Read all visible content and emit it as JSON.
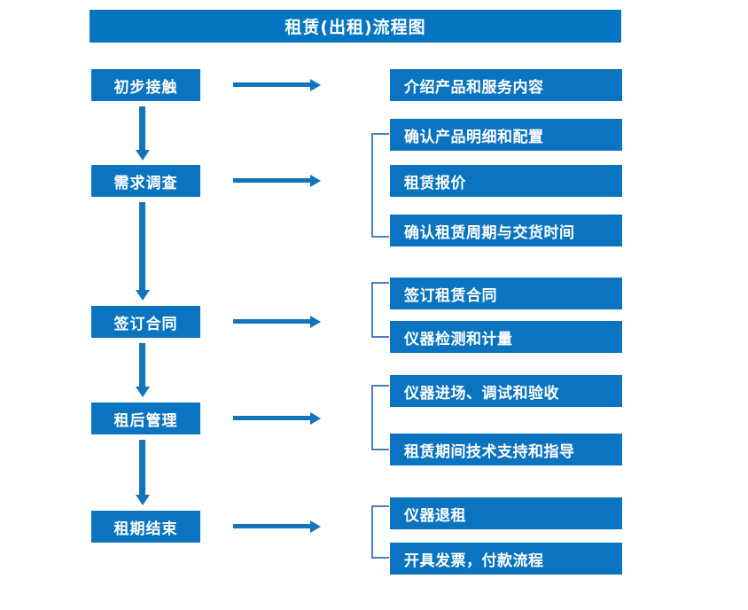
{
  "title": "租赁(出租)流程图",
  "colors": {
    "box_blue": "#0A74C0",
    "banner_blue": "#0675C1",
    "arrow_blue": "#1274BC",
    "bracket_blue": "#4A7FB5",
    "text_white": "#FFFFFF",
    "background": "#FFFFFF"
  },
  "stages": [
    {
      "label": "初步接触"
    },
    {
      "label": "需求调查"
    },
    {
      "label": "签订合同"
    },
    {
      "label": "租后管理"
    },
    {
      "label": "租期结束"
    }
  ],
  "details": [
    {
      "label": "介绍产品和服务内容"
    },
    {
      "label": "确认产品明细和配置"
    },
    {
      "label": "租赁报价"
    },
    {
      "label": "确认租赁周期与交货时间"
    },
    {
      "label": "签订租赁合同"
    },
    {
      "label": "仪器检测和计量"
    },
    {
      "label": "仪器进场、调试和验收"
    },
    {
      "label": "租赁期间技术支持和指导"
    },
    {
      "label": "仪器退租"
    },
    {
      "label": "开具发票，付款流程"
    }
  ],
  "groups": [
    {
      "stage": "初步接触",
      "details": [
        "介绍产品和服务内容"
      ]
    },
    {
      "stage": "需求调查",
      "details": [
        "确认产品明细和配置",
        "租赁报价",
        "确认租赁周期与交货时间"
      ]
    },
    {
      "stage": "签订合同",
      "details": [
        "签订租赁合同",
        "仪器检测和计量"
      ]
    },
    {
      "stage": "租后管理",
      "details": [
        "仪器进场、调试和验收",
        "租赁期间技术支持和指导"
      ]
    },
    {
      "stage": "租期结束",
      "details": [
        "仪器退租",
        "开具发票，付款流程"
      ]
    }
  ]
}
